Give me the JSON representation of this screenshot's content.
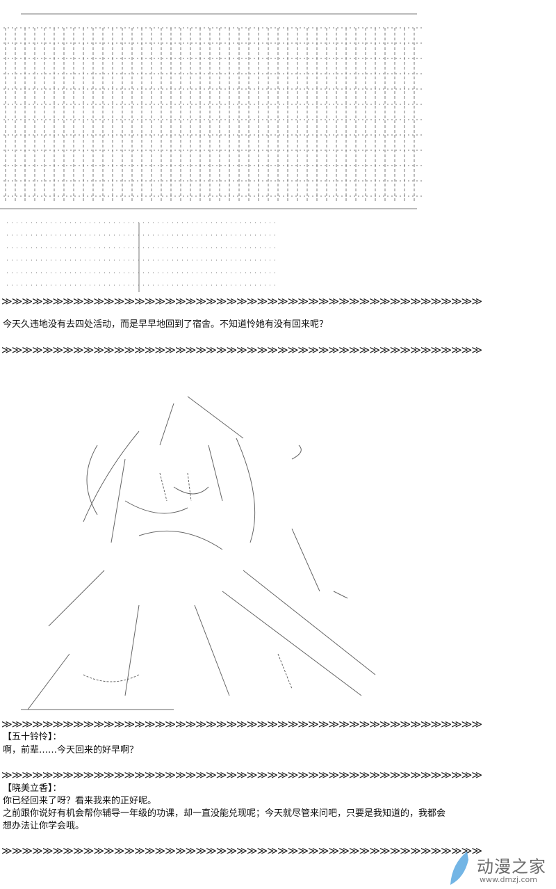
{
  "separator": "≫≫≫≫≫≫≫≫≫≫≫≫≫≫≫≫≫≫≫≫≫≫≫≫≫≫≫≫≫≫≫≫≫≫≫≫≫≫≫≫≫≫≫≫≫≫≫",
  "narration": "今天久违地没有去四处活动，而是早早地回到了宿舍。不知道怜她有没有回来呢？",
  "dialogue": [
    {
      "speaker": "【五十铃怜】：",
      "lines": [
        "啊，前辈……今天回来的好早啊？"
      ]
    },
    {
      "speaker": "【晓美立香】：",
      "lines": [
        "你已经回来了呀？看来我来的正好呢。",
        "之前跟你说好有机会帮你辅导一年级的功课，却一直没能兑现呢；今天就尽管来问吧，只要是我知道的，我都会",
        "想办法让你学会哦。"
      ]
    }
  ],
  "watermark": {
    "brand": "动漫之家",
    "url": "www.dmzj.com"
  }
}
